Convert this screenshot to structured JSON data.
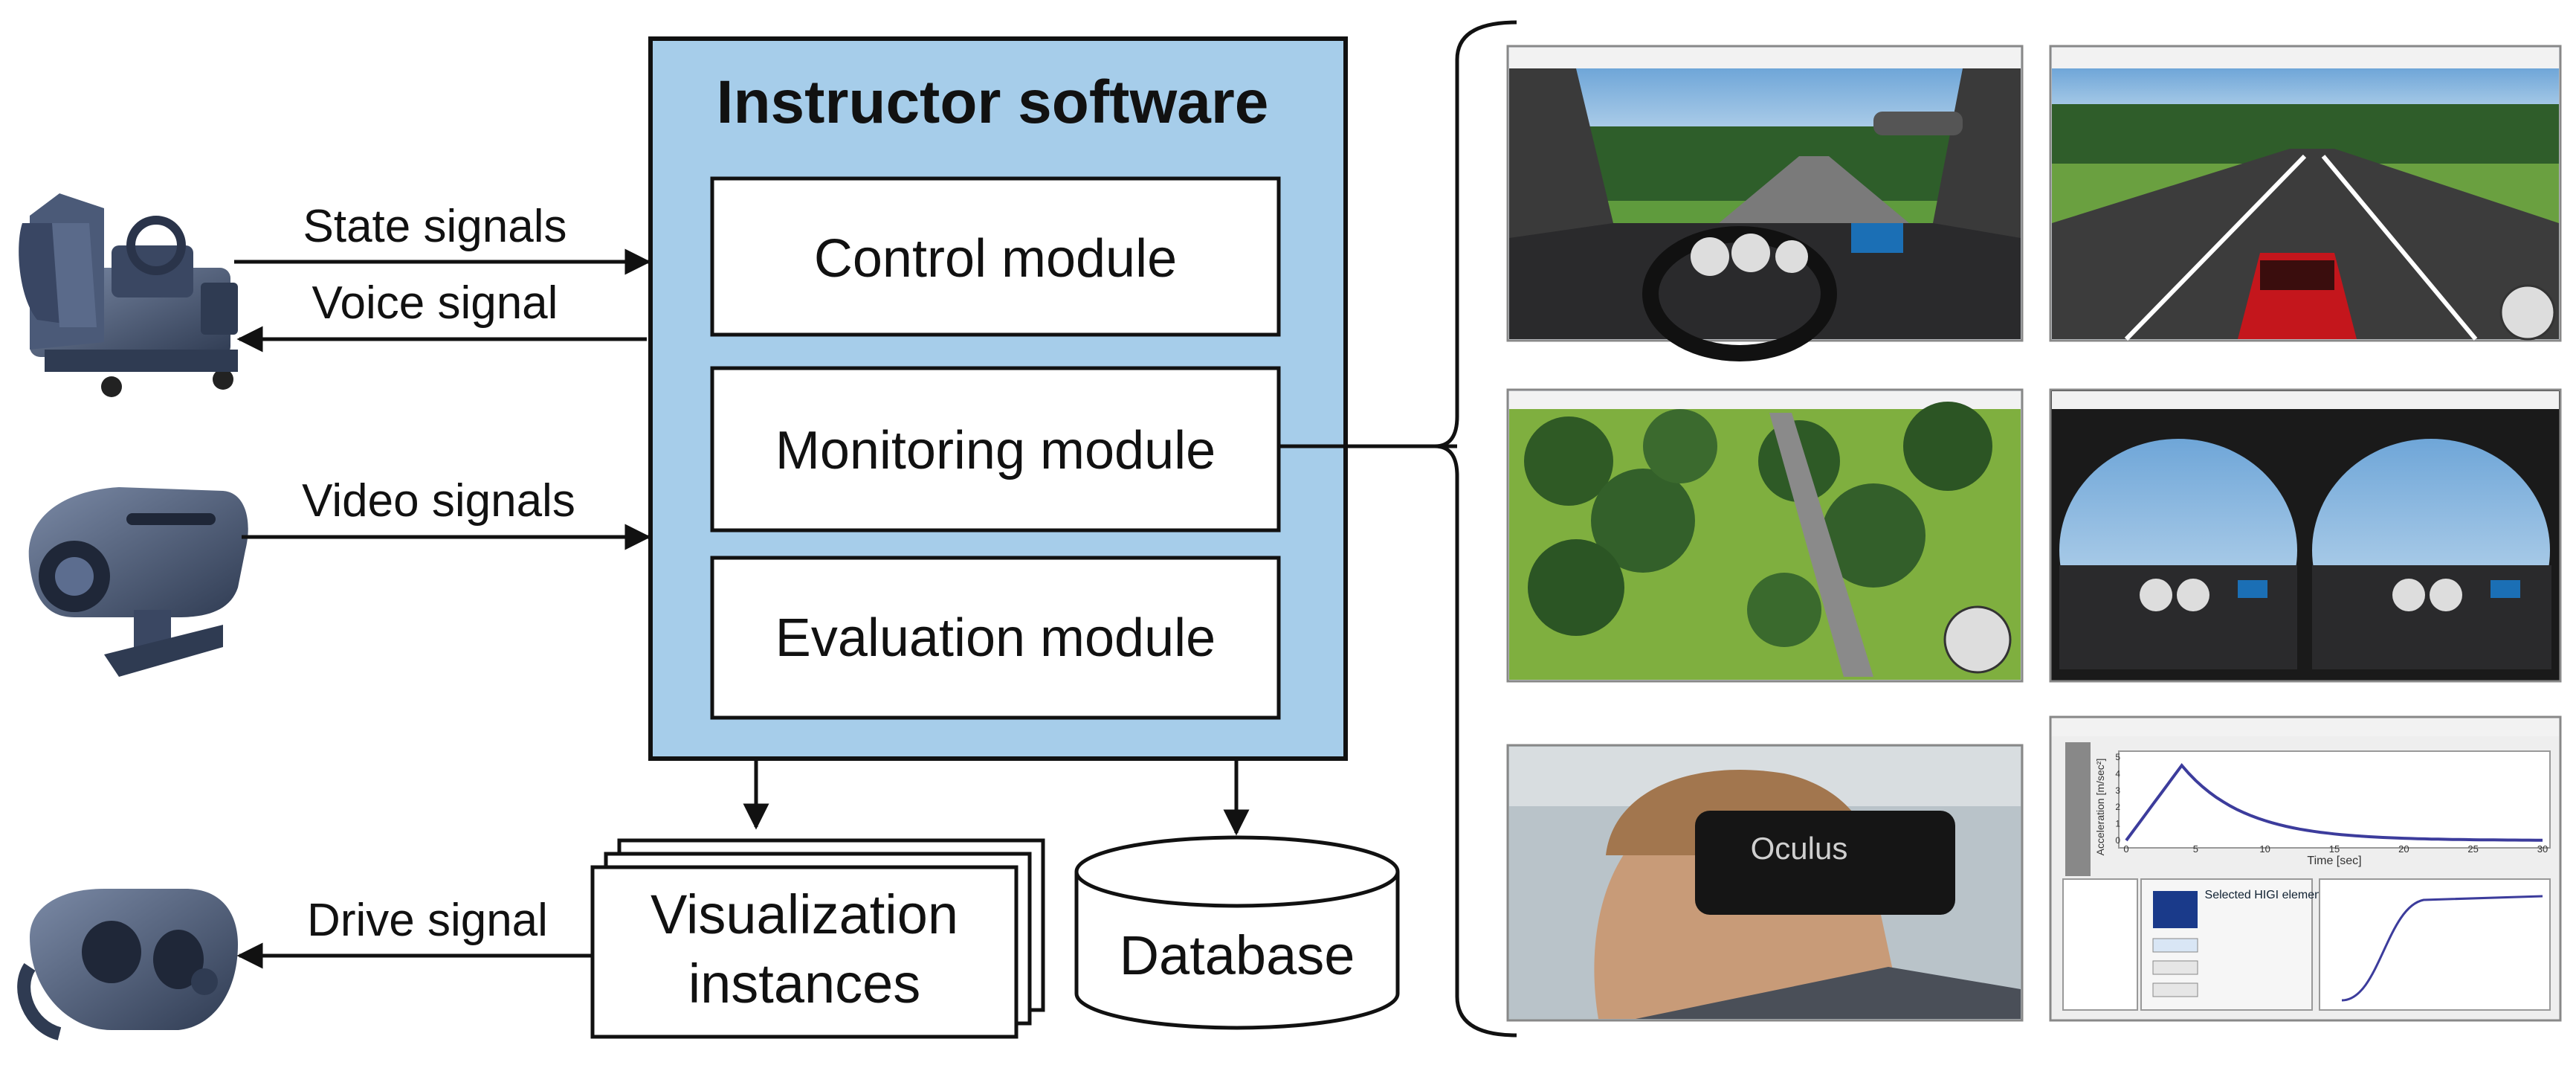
{
  "software": {
    "title": "Instructor software",
    "modules": [
      "Control module",
      "Monitoring module",
      "Evaluation module"
    ]
  },
  "signals": {
    "state": "State signals",
    "voice": "Voice signal",
    "video": "Video signals",
    "drive": "Drive signal"
  },
  "outputs": {
    "visualization_line1": "Visualization",
    "visualization_line2": "instances",
    "database": "Database"
  },
  "screenshots": {
    "headset_brand": "Oculus",
    "graph_ylabel": "Acceleration [m/sec²]",
    "graph_xlabel": "Time [sec]",
    "graph_ticks_x": [
      "0",
      "5",
      "10",
      "15",
      "20",
      "25",
      "30"
    ],
    "graph_ticks_y": [
      "0",
      "1",
      "2",
      "3",
      "4",
      "5"
    ],
    "panel_heading": "Selected HIGI elements"
  },
  "colors": {
    "software_fill": "#a6cdea",
    "stroke": "#111111"
  }
}
